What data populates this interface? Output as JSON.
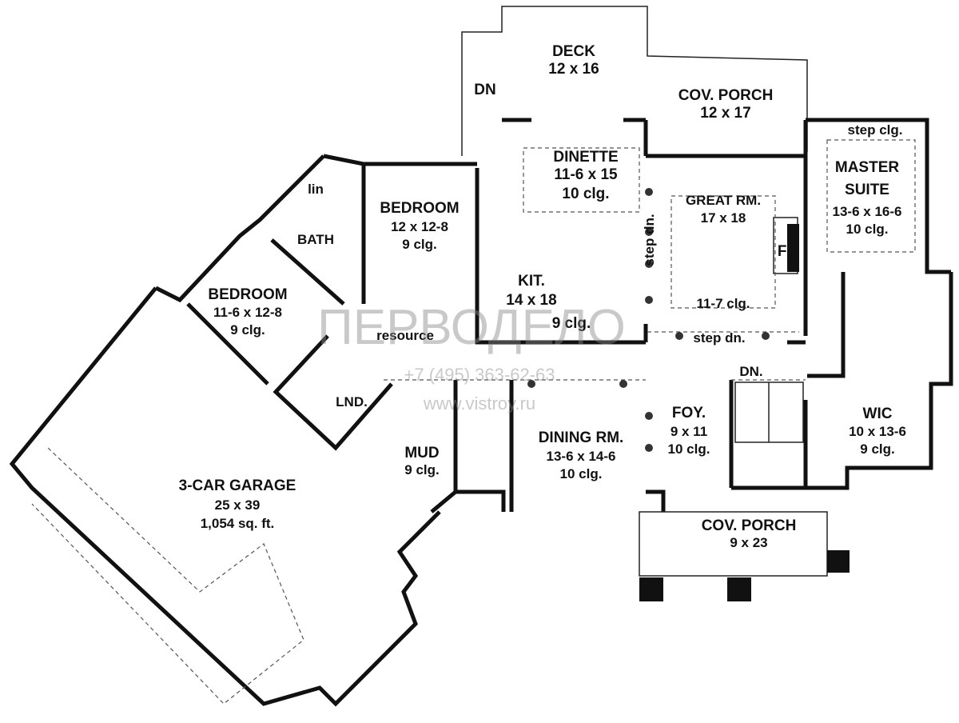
{
  "rooms": {
    "deck": {
      "name": "DECK",
      "size": "12 x 16"
    },
    "dn_deck": "DN",
    "cov_porch_rear": {
      "name": "COV. PORCH",
      "size": "12 x 17"
    },
    "step_clg": "step clg.",
    "master": {
      "name1": "MASTER",
      "name2": "SUITE",
      "size": "13-6 x 16-6",
      "clg": "10 clg."
    },
    "dinette": {
      "name": "DINETTE",
      "size": "11-6 x 15",
      "clg": "10 clg."
    },
    "great": {
      "name": "GREAT RM.",
      "size": "17 x 18",
      "clg": "11-7 clg."
    },
    "fp": "FP",
    "step_dn_v": "step dn.",
    "step_dn_h": "step dn.",
    "kit": {
      "name": "KIT.",
      "size": "14 x 18",
      "clg": "9 clg."
    },
    "bedroom1": {
      "name": "BEDROOM",
      "size": "12 x 12-8",
      "clg": "9 clg."
    },
    "lin": "lin",
    "bath": "BATH",
    "bedroom2": {
      "name": "BEDROOM",
      "size": "11-6 x 12-8",
      "clg": "9 clg."
    },
    "resource": "resource",
    "lnd": "LND.",
    "mud": {
      "name": "MUD",
      "clg": "9 clg."
    },
    "dining": {
      "name": "DINING RM.",
      "size": "13-6 x 14-6",
      "clg": "10 clg."
    },
    "foy": {
      "name": "FOY.",
      "size": "9 x 11",
      "clg": "10 clg."
    },
    "dn_foy": "DN.",
    "wic": {
      "name": "WIC",
      "size": "10 x 13-6",
      "clg": "9 clg."
    },
    "cov_porch_front": {
      "name": "COV. PORCH",
      "size": "9 x 23"
    },
    "garage": {
      "name": "3-CAR GARAGE",
      "size": "25 x 39",
      "area": "1,054 sq. ft."
    }
  },
  "watermark": {
    "logo": "ПЕРВОДЕЛО",
    "phone": "+7 (495) 363-62-63",
    "site": "www.vistroy.ru"
  }
}
